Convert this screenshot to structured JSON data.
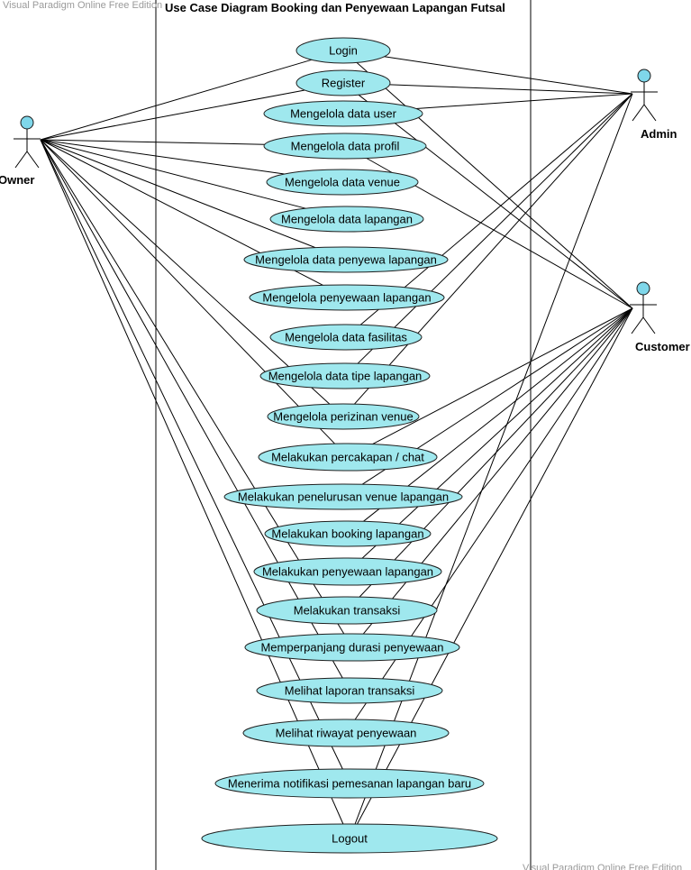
{
  "watermark": "Visual Paradigm Online Free Edition",
  "title": "Use Case Diagram Booking dan Penyewaan Lapangan Futsal",
  "colors": {
    "usecase_fill": "#9fe8ee",
    "usecase_stroke": "#1f1f1f",
    "actor_head": "#7fd7ea",
    "line": "#000000"
  },
  "actors": [
    {
      "id": "owner",
      "label": "Owner"
    },
    {
      "id": "admin",
      "label": "Admin"
    },
    {
      "id": "customer",
      "label": "Customer"
    }
  ],
  "usecases": [
    {
      "id": "login",
      "label": "Login"
    },
    {
      "id": "register",
      "label": "Register"
    },
    {
      "id": "data-user",
      "label": "Mengelola data user"
    },
    {
      "id": "data-profil",
      "label": "Mengelola data profil"
    },
    {
      "id": "data-venue",
      "label": "Mengelola data venue"
    },
    {
      "id": "data-lapangan",
      "label": "Mengelola data lapangan"
    },
    {
      "id": "data-penyewa",
      "label": "Mengelola data penyewa lapangan"
    },
    {
      "id": "penyewaan",
      "label": "Mengelola penyewaan lapangan"
    },
    {
      "id": "fasilitas",
      "label": "Mengelola data fasilitas"
    },
    {
      "id": "tipe",
      "label": "Mengelola data tipe lapangan"
    },
    {
      "id": "perizinan",
      "label": "Mengelola perizinan venue"
    },
    {
      "id": "chat",
      "label": "Melakukan percakapan / chat"
    },
    {
      "id": "penelurusan",
      "label": "Melakukan penelurusan venue lapangan"
    },
    {
      "id": "booking",
      "label": "Melakukan booking lapangan"
    },
    {
      "id": "penyewaan-lap",
      "label": "Melakukan penyewaan lapangan"
    },
    {
      "id": "transaksi",
      "label": "Melakukan transaksi"
    },
    {
      "id": "perpanjang",
      "label": "Memperpanjang durasi penyewaan"
    },
    {
      "id": "laporan",
      "label": "Melihat laporan transaksi"
    },
    {
      "id": "riwayat",
      "label": "Melihat riwayat penyewaan"
    },
    {
      "id": "notifikasi",
      "label": "Menerima notifikasi pemesanan lapangan baru"
    },
    {
      "id": "logout",
      "label": "Logout"
    }
  ],
  "associations": {
    "owner": [
      "login",
      "register",
      "data-profil",
      "data-venue",
      "data-lapangan",
      "data-penyewa",
      "penyewaan",
      "perizinan",
      "chat",
      "perpanjang",
      "laporan",
      "notifikasi",
      "logout"
    ],
    "admin": [
      "login",
      "register",
      "data-user",
      "fasilitas",
      "tipe",
      "perizinan",
      "logout"
    ],
    "customer": [
      "login",
      "register",
      "data-profil",
      "chat",
      "penelurusan",
      "booking",
      "penyewaan-lap",
      "transaksi",
      "perpanjang",
      "riwayat",
      "logout"
    ]
  }
}
